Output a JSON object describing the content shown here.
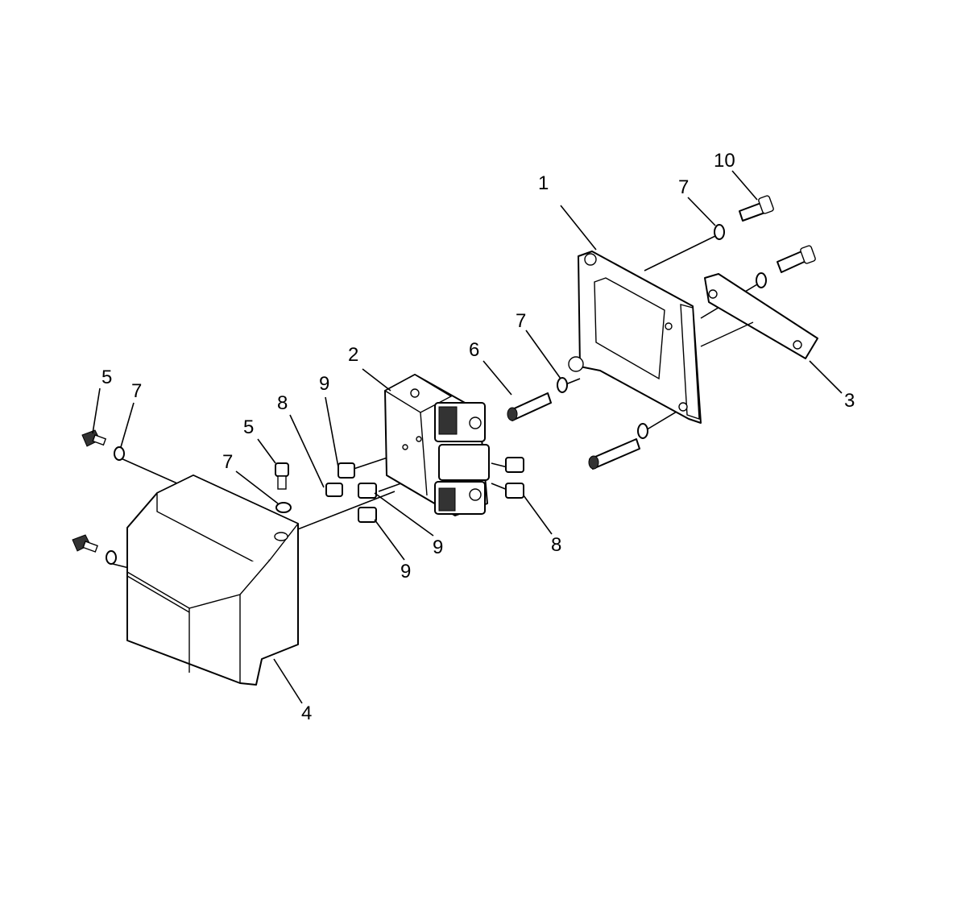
{
  "callouts": [
    {
      "id": "c1",
      "text": "1"
    },
    {
      "id": "c2",
      "text": "2"
    },
    {
      "id": "c3",
      "text": "3"
    },
    {
      "id": "c4",
      "text": "4"
    },
    {
      "id": "c5a",
      "text": "5"
    },
    {
      "id": "c5b",
      "text": "5"
    },
    {
      "id": "c6",
      "text": "6"
    },
    {
      "id": "c7a",
      "text": "7"
    },
    {
      "id": "c7b",
      "text": "7"
    },
    {
      "id": "c7c",
      "text": "7"
    },
    {
      "id": "c7d",
      "text": "7"
    },
    {
      "id": "c8a",
      "text": "8"
    },
    {
      "id": "c8b",
      "text": "8"
    },
    {
      "id": "c9a",
      "text": "9"
    },
    {
      "id": "c9b",
      "text": "9"
    },
    {
      "id": "c9c",
      "text": "9"
    },
    {
      "id": "c10",
      "text": "10"
    }
  ]
}
